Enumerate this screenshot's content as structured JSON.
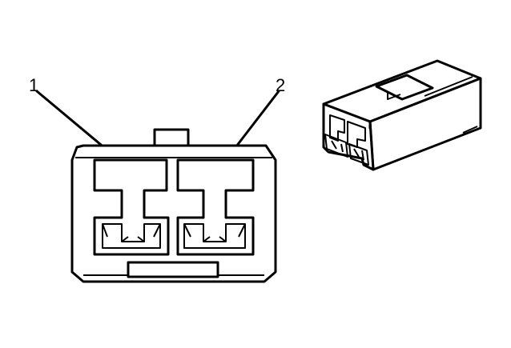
{
  "diagram": {
    "callouts": [
      {
        "id": "1",
        "text": "1"
      },
      {
        "id": "2",
        "text": "2"
      }
    ],
    "colors": {
      "line": "#000000",
      "background": "#ffffff"
    }
  }
}
